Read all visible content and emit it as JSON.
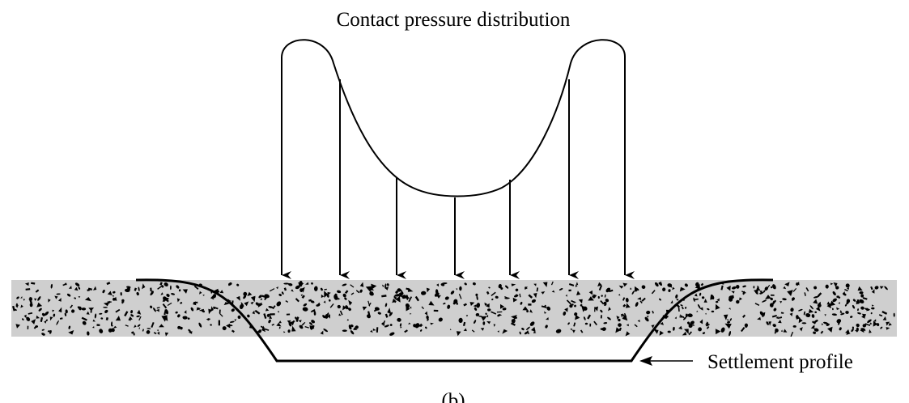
{
  "diagram": {
    "title": "Contact pressure distribution",
    "settlement_label": "Settlement profile",
    "figure_label": "(b)",
    "arrow_count": 7,
    "colors": {
      "soil_fill": "#cfcfcf",
      "grain": "#000000",
      "line": "#000000",
      "background": "#ffffff"
    }
  }
}
